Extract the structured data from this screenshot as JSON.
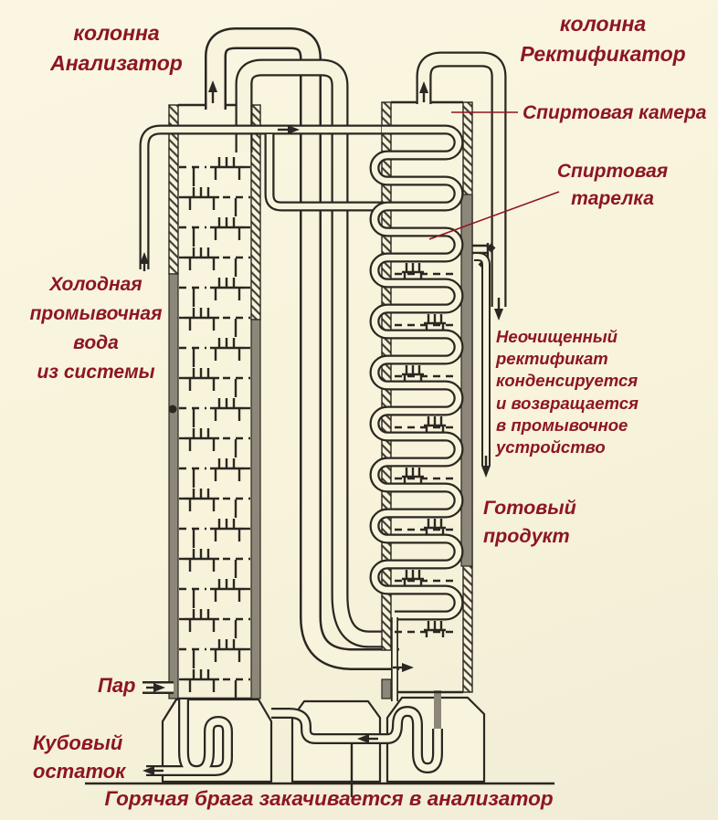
{
  "palette": {
    "background": "#f8f3da",
    "label_text": "#8c1622",
    "pointer_line": "#8e1620",
    "diagram_line": "#2b2722",
    "wall_gray": "#8d8779"
  },
  "diagram": {
    "type": "continuous-distillation-still",
    "labels": {
      "column_analyzer": "колонна\nАнализатор",
      "column_rectifier": "колонна\nРектификатор",
      "alcohol_chamber": "Спиртовая камера",
      "alcohol_plate": "Спиртовая\nтарелка",
      "cold_wash_water": "Холодная\nпромывочная\nвода\nиз системы",
      "crude_rectificate": "Неочищенный\nректификат\nконденсируется\nи возвращается\nв промывочное\nустройство",
      "finished_product": "Готовый\nпродукт",
      "steam": "Пар",
      "bottoms_residue": "Кубовый\nостаток",
      "hot_braga_feed": "Горячая брага закачивается в анализатор"
    },
    "icons": {
      "flow-up-arrow": "↑",
      "flow-down-arrow": "↓",
      "flow-left-arrow": "←",
      "flow-right-arrow": "→"
    }
  }
}
